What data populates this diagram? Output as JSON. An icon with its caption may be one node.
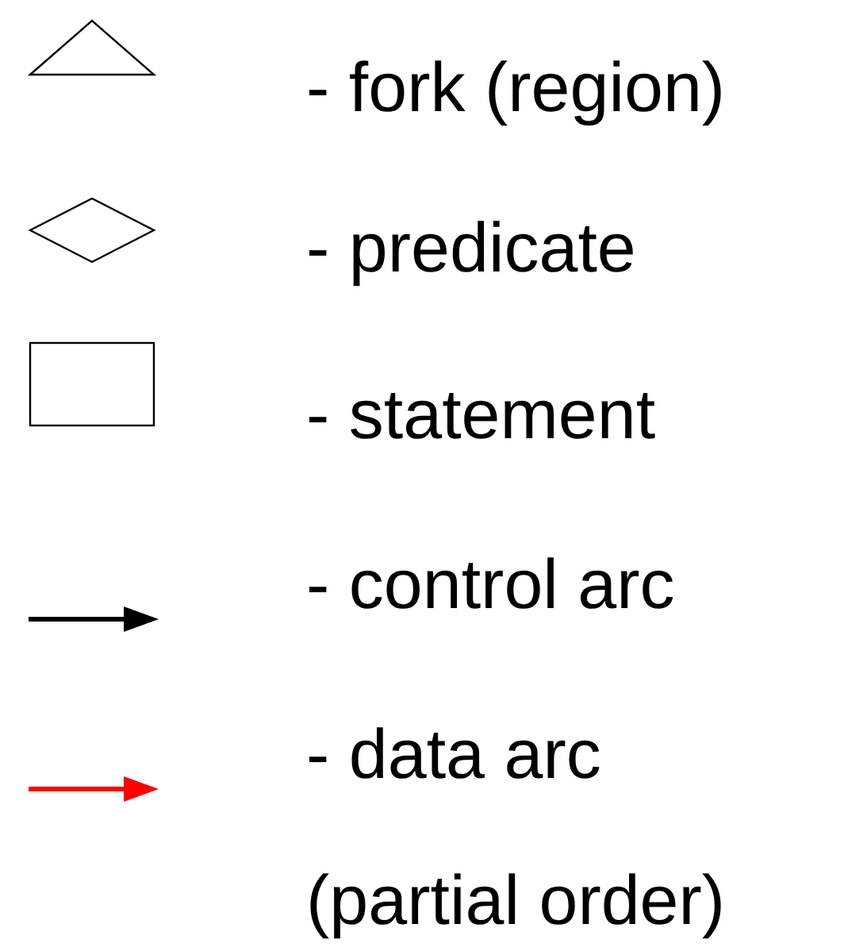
{
  "diagram": {
    "legend": [
      {
        "text": "- fork (region)"
      },
      {
        "text": "- predicate"
      },
      {
        "text": "- statement"
      },
      {
        "text": "- control arc"
      },
      {
        "text": "- data arc (partial order)"
      }
    ]
  }
}
